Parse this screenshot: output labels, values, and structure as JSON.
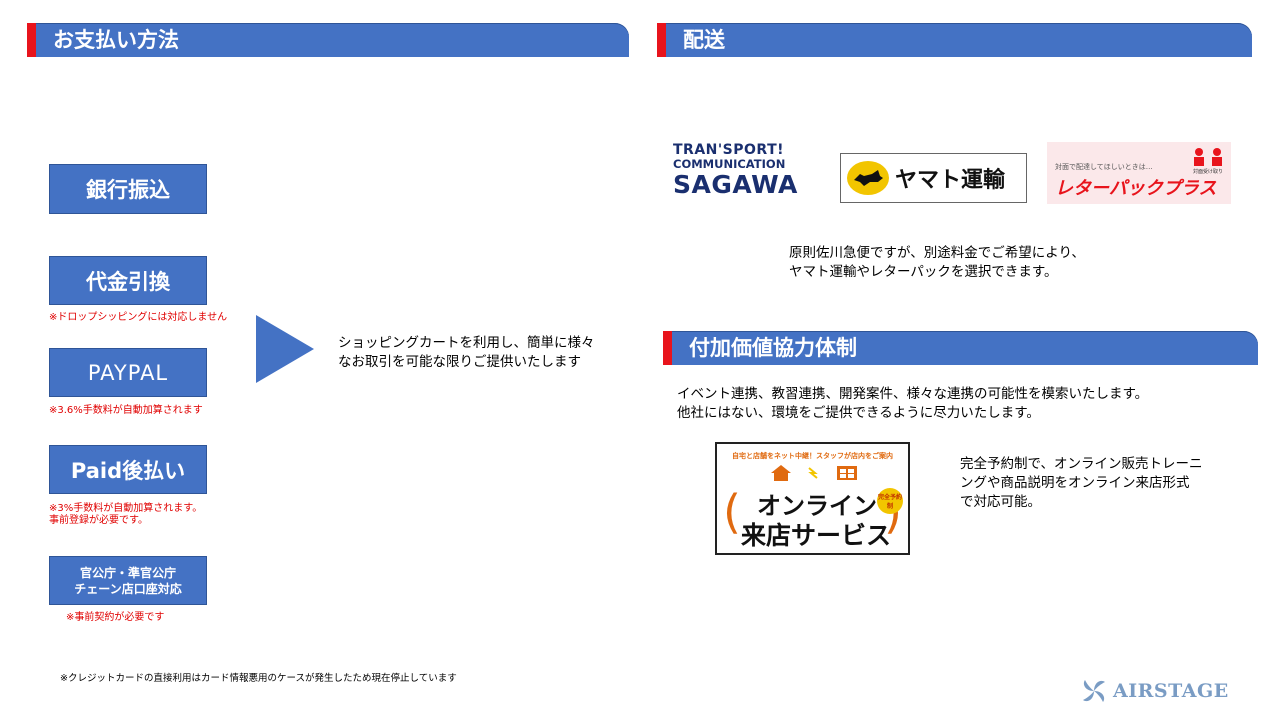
{
  "payment": {
    "title": "お支払い方法",
    "methods": [
      {
        "label": "銀行振込",
        "note": ""
      },
      {
        "label": "代金引換",
        "note": "※ドロップシッピングには対応しません"
      },
      {
        "label": "PAYPAL",
        "note": "※3.6%手数料が自動加算されます"
      },
      {
        "label": "Paid後払い",
        "note": "※3%手数料が自動加算されます。\n事前登録が必要です。"
      },
      {
        "label": "官公庁・準官公庁\nチェーン店口座対応",
        "note": "※事前契約が必要です"
      }
    ],
    "description": "ショッピングカートを利用し、簡単に様々\nなお取引を可能な限りご提供いたします",
    "footnote": "※クレジットカードの直接利用はカード情報悪用のケースが発生したため現在停止しています"
  },
  "shipping": {
    "title": "配送",
    "sagawa": {
      "line1": "TRAN'SPORT!",
      "line2": "COMMUNICATION",
      "line3": "SAGAWA"
    },
    "yamato": {
      "text": "ヤマト運輸"
    },
    "letterpack": {
      "sub": "対面で配達してほしいときは…",
      "text": "レターパックプラス",
      "badge": "対面受け取り"
    },
    "description": "原則佐川急便ですが、別途料金でご希望により、\nヤマト運輸やレターパックを選択できます。"
  },
  "value_added": {
    "title": "付加価値協力体制",
    "description": "イベント連携、教習連携、開発案件、様々な連携の可能性を模索いたします。\n他社にはない、環境をご提供できるように尽力いたします。",
    "online_logo": {
      "top": "自宅と店舗をネット中継！スタッフが店内をご案内",
      "line1": "オンライン",
      "line2": "来店サービス",
      "badge": "完全予約制"
    },
    "online_text": "完全予約制で、オンライン販売トレーニ\nングや商品説明をオンライン来店形式\nで対応可能。"
  },
  "brand": {
    "name": "AIRSTAGE"
  },
  "colors": {
    "header_blue": "#4472c4",
    "accent_red": "#e8141c"
  }
}
